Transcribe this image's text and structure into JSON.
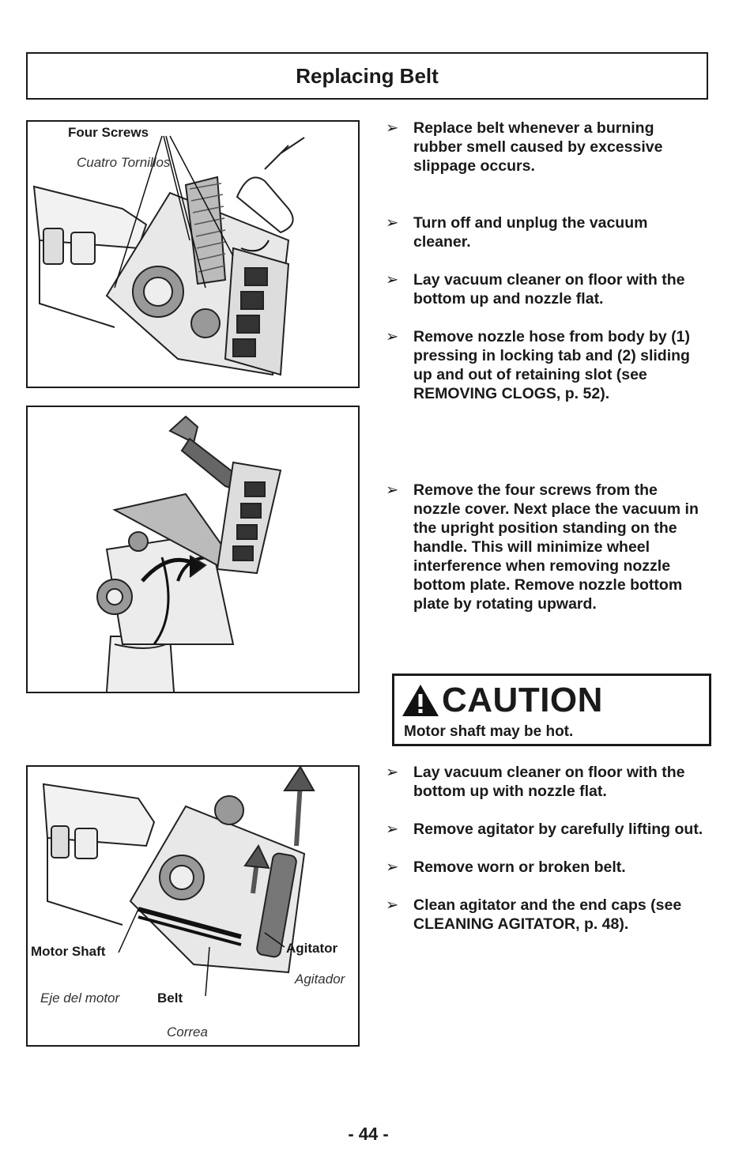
{
  "title": "Replacing Belt",
  "figures": {
    "fig1": {
      "screws_en": "Four Screws",
      "screws_es": "Cuatro Tornillos"
    },
    "fig3": {
      "motor_shaft_en": "Motor Shaft",
      "motor_shaft_es": "Eje del motor",
      "belt_en": "Belt",
      "belt_es": "Correa",
      "agitator_en": "Agitator",
      "agitator_es": "Agitador"
    }
  },
  "bullet_glyph": "➢",
  "steps_group1": [
    "Replace belt whenever a burning rubber smell caused by excessive slippage occurs.",
    "Turn off and unplug the vacuum cleaner.",
    "Lay vacuum cleaner on floor with the bottom up and nozzle flat.",
    "Remove nozzle hose from body by (1) pressing in locking tab and (2) sliding up and out of retaining slot (see REMOVING CLOGS, p. 52)."
  ],
  "steps_group2": [
    "Remove the four screws from the nozzle cover. Next place the vacuum in the upright position standing on the handle. This will minimize wheel interference when removing nozzle bottom plate. Remove nozzle bottom plate by rotating upward."
  ],
  "caution": {
    "word": "CAUTION",
    "message": "Motor shaft may be hot."
  },
  "steps_group3": [
    "Lay vacuum cleaner on floor with the bottom up with nozzle flat.",
    "Remove agitator by carefully lifting out.",
    "Remove worn or broken belt.",
    "Clean agitator and the end caps (see CLEANING AGITATOR, p. 48)."
  ],
  "page_number": "- 44 -"
}
